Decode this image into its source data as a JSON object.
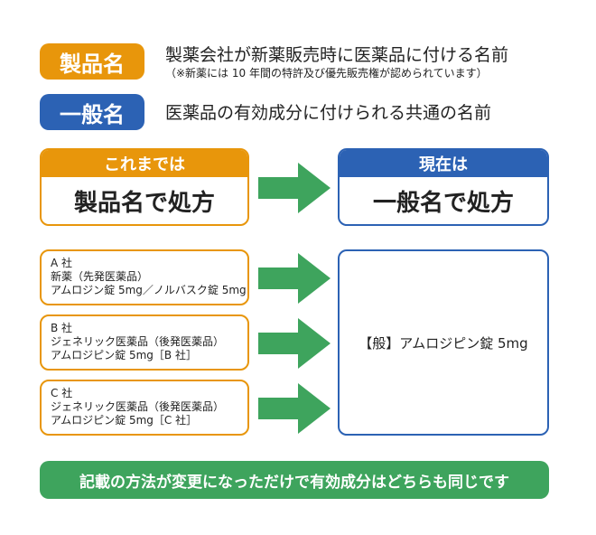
{
  "legend": {
    "brand": {
      "label": "製品名",
      "description": "製薬会社が新薬販売時に医薬品に付ける名前",
      "note": "（※新薬には 10 年間の特許及び優先販売権が認められています）",
      "color": "#e8960b"
    },
    "generic": {
      "label": "一般名",
      "description": "医薬品の有効成分に付けられる共通の名前",
      "color": "#2c62b4"
    }
  },
  "before": {
    "header": "これまでは",
    "body": "製品名で処方"
  },
  "now": {
    "header": "現在は",
    "body": "一般名で処方"
  },
  "companies": [
    {
      "name": "A 社",
      "line1": "新薬（先発医薬品）",
      "line2": "アムロジン錠 5mg／ノルバスク錠 5mg"
    },
    {
      "name": "B 社",
      "line1": "ジェネリック医薬品（後発医薬品）",
      "line2": "アムロジピン錠 5mg［B 社］"
    },
    {
      "name": "C 社",
      "line1": "ジェネリック医薬品（後発医薬品）",
      "line2": "アムロジピン錠 5mg［C 社］"
    }
  ],
  "result": "【般】アムロジピン錠 5mg",
  "footer": "記載の方法が変更になっただけで有効成分はどちらも同じです",
  "colors": {
    "orange": "#e8960b",
    "blue": "#2c62b4",
    "green": "#3ea45d"
  }
}
